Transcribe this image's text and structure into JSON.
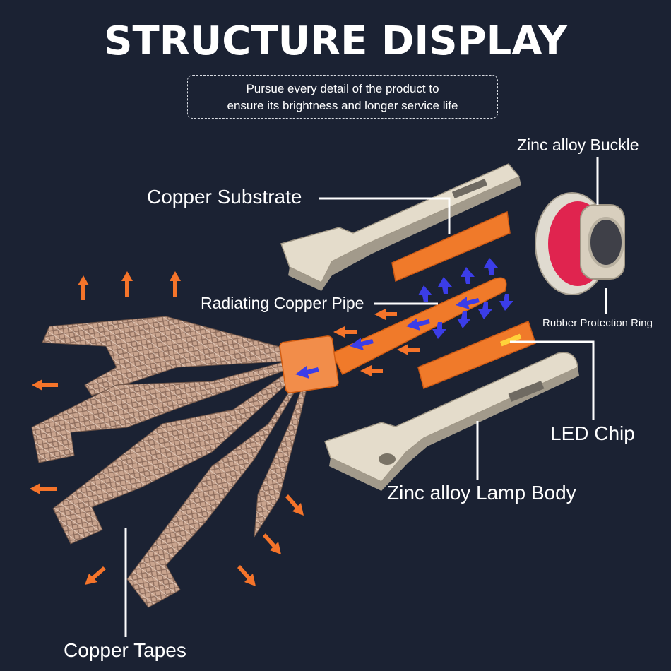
{
  "title": "STRUCTURE DISPLAY",
  "subtitle": {
    "line1": "Pursue every detail of the product to",
    "line2": "ensure its brightness and longer service life"
  },
  "labels": {
    "zinc_alloy_buckle": "Zinc alloy Buckle",
    "copper_substrate": "Copper Substrate",
    "radiating_copper_pipe": "Radiating Copper Pipe",
    "rubber_protection_ring": "Rubber Protection Ring",
    "led_chip": "LED Chip",
    "zinc_alloy_lamp_body": "Zinc alloy Lamp Body",
    "copper_tapes": "Copper Tapes"
  },
  "colors": {
    "background": "#1b2233",
    "copper_orange": "#f07a2a",
    "braid": "#c9a48e",
    "body_metal": "#e4dccb",
    "rubber_ring": "#e0244f",
    "heat_arrow_orange": "#f5742a",
    "cool_arrow_blue": "#3b3de8"
  }
}
